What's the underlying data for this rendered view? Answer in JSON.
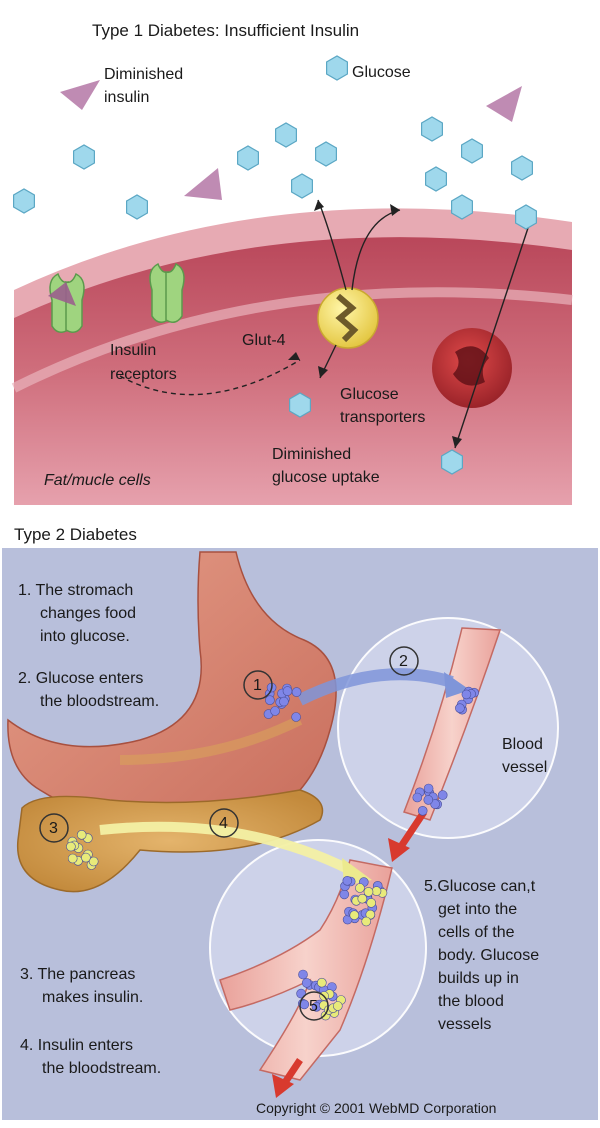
{
  "panel1": {
    "title": "Type 1 Diabetes: Insufficient Insulin",
    "legend_insulin": [
      "Diminished",
      "insulin"
    ],
    "legend_glucose": "Glucose",
    "glut4": "Glut-4",
    "insulin_receptors": [
      "Insulin",
      "receptors"
    ],
    "glucose_transporters": [
      "Glucose",
      "transporters"
    ],
    "diminished_uptake": [
      "Diminished",
      "glucose uptake"
    ],
    "cell_label": "Fat/mucle cells"
  },
  "panel2": {
    "title": "Type 2 Diabetes",
    "step1": [
      "1. The stromach",
      "changes food",
      "into glucose."
    ],
    "step2": [
      "2. Glucose enters",
      "the bloodstream."
    ],
    "step3": [
      "3. The pancreas",
      "makes insulin."
    ],
    "step4": [
      "4. Insulin enters",
      "the bloodstream."
    ],
    "step5": [
      "5.Glucose can,t",
      "get into the",
      "cells of the",
      "body. Glucose",
      "builds up in",
      "the blood",
      "vessels"
    ],
    "blood_vessel": [
      "Blood",
      "vessel"
    ],
    "markers": [
      "1",
      "2",
      "3",
      "4",
      "5"
    ],
    "copyright": "Copyright © 2001 WebMD Corporation"
  },
  "colors": {
    "cell_pink": "#c9606e",
    "membrane": "#e6a9b2",
    "glucose": "#9fd8ec",
    "insulin": "#b477a6",
    "panel2_bg": "#b8bfdb",
    "stomach": "#d88673"
  }
}
